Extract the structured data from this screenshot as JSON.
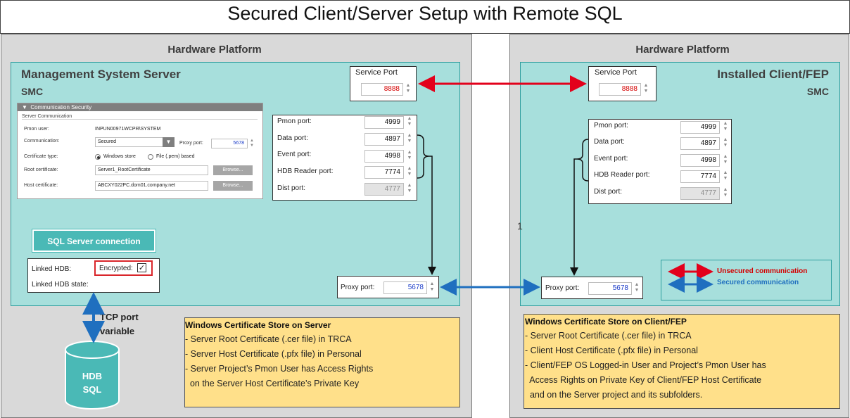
{
  "title": "Secured Client/Server Setup with Remote SQL",
  "left": {
    "platform_title": "Hardware Platform",
    "server_title": "Management System Server",
    "smc": "SMC",
    "service_port": {
      "label": "Service Port",
      "value": "8888"
    },
    "comm_security": {
      "header": "Communication Security",
      "subheader": "Server Communication",
      "pmon_user_label": "Pmon user:",
      "pmon_user_value": "INPUN00971WCPR\\SYSTEM",
      "communication_label": "Communication:",
      "communication_value": "Secured",
      "proxy_port_label": "Proxy port:",
      "proxy_port_value": "5678",
      "cert_type_label": "Certificate type:",
      "cert_type_option1": "Windows store",
      "cert_type_option2": "File (.pem) based",
      "root_cert_label": "Root certificate:",
      "root_cert_value": "Server1_RootCertificate",
      "host_cert_label": "Host certificate:",
      "host_cert_value": "ABCXY022PC.dom01.company.net",
      "browse_label": "Browse..."
    },
    "ports": [
      {
        "label": "Pmon port:",
        "value": "4999"
      },
      {
        "label": "Data port:",
        "value": "4897"
      },
      {
        "label": "Event port:",
        "value": "4998"
      },
      {
        "label": "HDB Reader port:",
        "value": "7774"
      },
      {
        "label": "Dist port:",
        "value": "4777"
      }
    ],
    "sql_button": "SQL Server connection",
    "linked_hdb_label": "Linked HDB:",
    "encrypted_label": "Encrypted:",
    "encrypted_checked": true,
    "linked_hdb_state_label": "Linked HDB state:",
    "proxy": {
      "label": "Proxy port:",
      "value": "5678"
    },
    "tcp_label_1": "TCP port",
    "tcp_label_2": "variable",
    "db_label_1": "HDB",
    "db_label_2": "SQL",
    "cert_store": {
      "title": "Windows Certificate Store on Server",
      "lines": [
        "- Server  Root Certificate (.cer file) in TRCA",
        "- Server  Host Certificate (.pfx file) in Personal",
        "- Server  Project’s Pmon  User has Access Rights",
        "  on the Server Host Certificate’s Private Key"
      ]
    }
  },
  "right": {
    "platform_title": "Hardware Platform",
    "client_title": "Installed Client/FEP",
    "smc": "SMC",
    "service_port": {
      "label": "Service Port",
      "value": "8888"
    },
    "ports": [
      {
        "label": "Pmon port:",
        "value": "4999"
      },
      {
        "label": "Data port:",
        "value": "4897"
      },
      {
        "label": "Event port:",
        "value": "4998"
      },
      {
        "label": "HDB Reader port:",
        "value": "7774"
      },
      {
        "label": "Dist port:",
        "value": "4777"
      }
    ],
    "stray_mark": "1",
    "proxy": {
      "label": "Proxy port:",
      "value": "5678"
    },
    "legend": {
      "unsecured": "Unsecured communication",
      "secured": "Secured communication"
    },
    "cert_store": {
      "title": "Windows Certificate Store on Client/FEP",
      "lines": [
        "- Server  Root Certificate (.cer file) in TRCA",
        "- Client Host Certificate (.pfx file) in Personal",
        "- Client/FEP OS Logged-in User and Project’s Pmon User has",
        "  Access Rights on Private Key of Client/FEP Host Certificate",
        "  and on the Server project and its subfolders."
      ]
    }
  },
  "colors": {
    "unsecured": "#e3001b",
    "secured": "#1f6fbf",
    "teal_box": "#a7dfdc",
    "teal_border": "#2f9e9e",
    "platform": "#d9d9d9",
    "yellow": "#ffe08a"
  }
}
